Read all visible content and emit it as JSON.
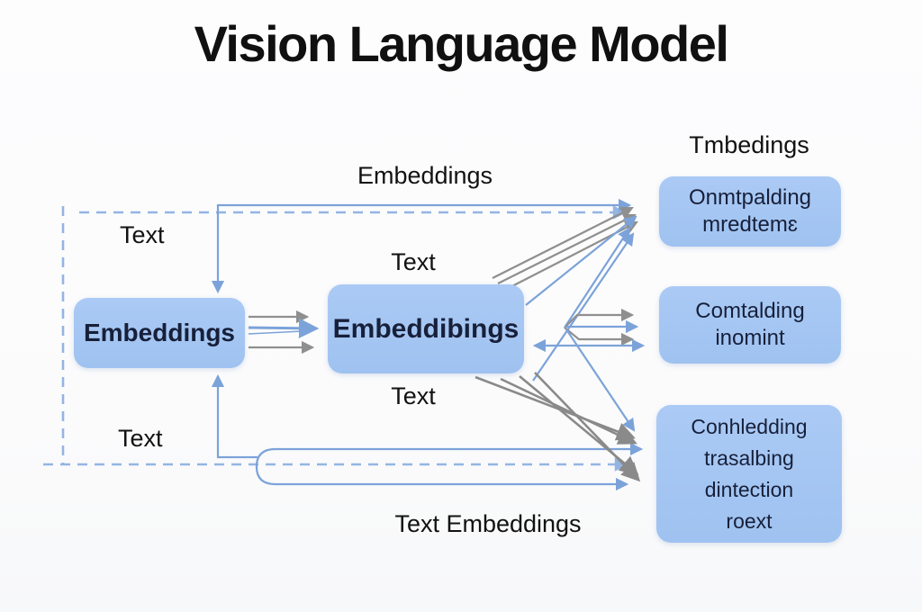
{
  "title": "Vision Language Model",
  "labels": {
    "embeddings_top": "Embeddings",
    "tmbedings": "Tmbedings",
    "text_top_left": "Text",
    "text_mid_top": "Text",
    "text_mid_bottom": "Text",
    "text_bottom_left": "Text",
    "text_embeddings_bottom": "Text Embeddings"
  },
  "boxes": {
    "left": {
      "label": "Embeddings"
    },
    "middle": {
      "label": "Embeddibings"
    },
    "top_right": {
      "lines": [
        "Onmtpalding",
        "mredtemɛ"
      ]
    },
    "middle_right": {
      "lines": [
        "Comtalding",
        "inomint"
      ]
    },
    "bottom_right": {
      "lines": [
        "Conhledding",
        "trasalbing",
        "dintection",
        "roext"
      ]
    }
  },
  "colors": {
    "box_fill": "#a5c6f2",
    "box_text": "#17203a",
    "arrow_blue": "#7ca3d9",
    "arrow_gray": "#8f8f8f",
    "arrow_dashed_blue": "#94b5e2",
    "background": "#fcfcfd",
    "title_text": "#101010"
  }
}
